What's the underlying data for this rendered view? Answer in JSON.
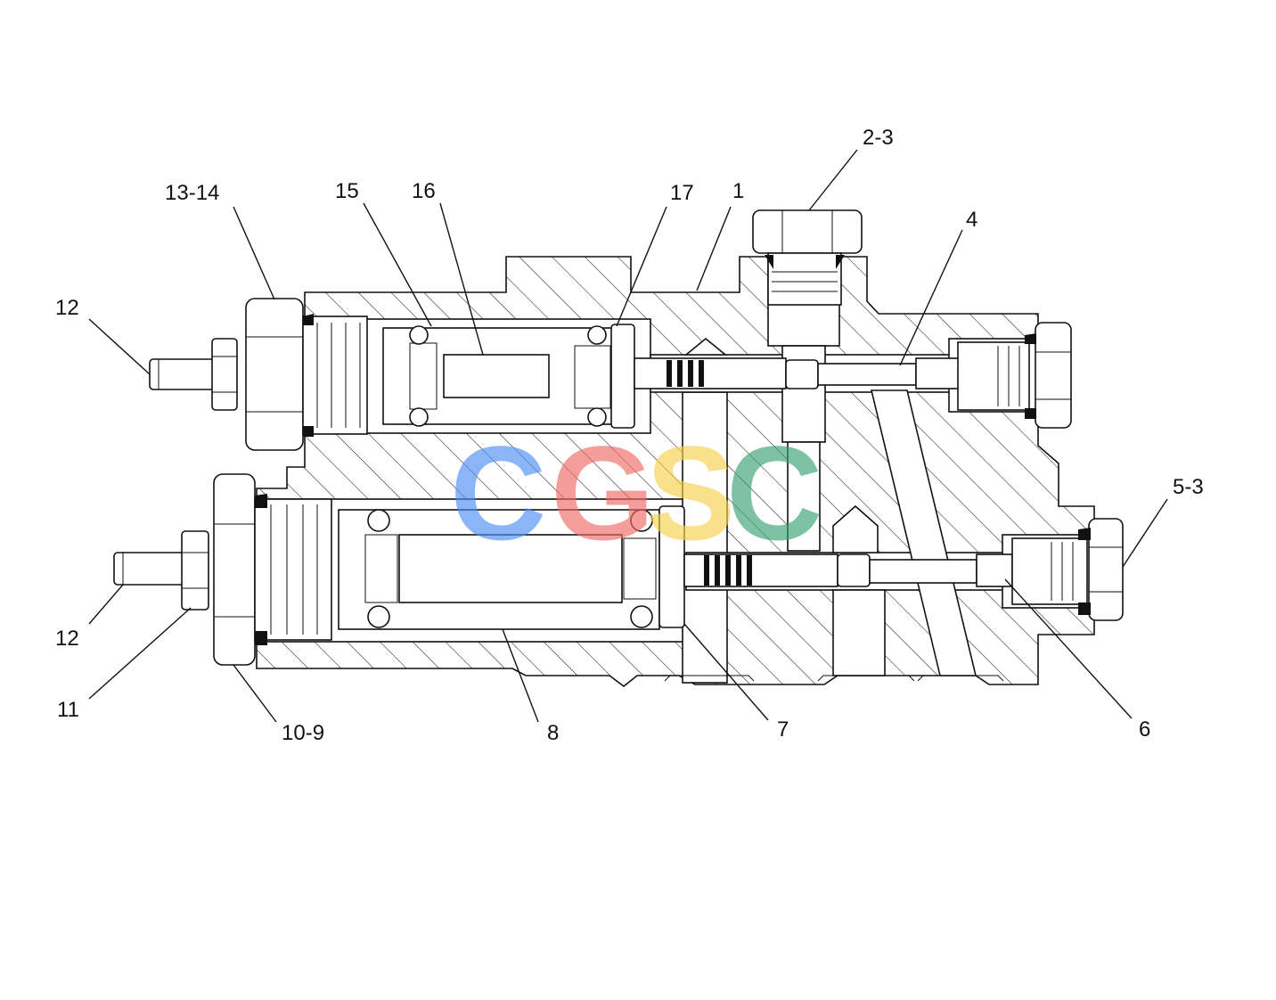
{
  "callouts": [
    {
      "id": "c-2-3",
      "label": "2-3"
    },
    {
      "id": "c-13-14",
      "label": "13-14"
    },
    {
      "id": "c-15",
      "label": "15"
    },
    {
      "id": "c-16",
      "label": "16"
    },
    {
      "id": "c-17",
      "label": "17"
    },
    {
      "id": "c-1",
      "label": "1"
    },
    {
      "id": "c-4",
      "label": "4"
    },
    {
      "id": "c-12-top",
      "label": "12"
    },
    {
      "id": "c-5-3",
      "label": "5-3"
    },
    {
      "id": "c-12-bottom",
      "label": "12"
    },
    {
      "id": "c-11",
      "label": "11"
    },
    {
      "id": "c-10-9",
      "label": "10-9"
    },
    {
      "id": "c-8",
      "label": "8"
    },
    {
      "id": "c-7",
      "label": "7"
    },
    {
      "id": "c-6",
      "label": "6"
    }
  ],
  "watermark": {
    "letters": [
      "C",
      "G",
      "S",
      "C"
    ],
    "colors": [
      "#4d8ff5",
      "#ef6b66",
      "#f6d04d",
      "#3aa275"
    ]
  }
}
